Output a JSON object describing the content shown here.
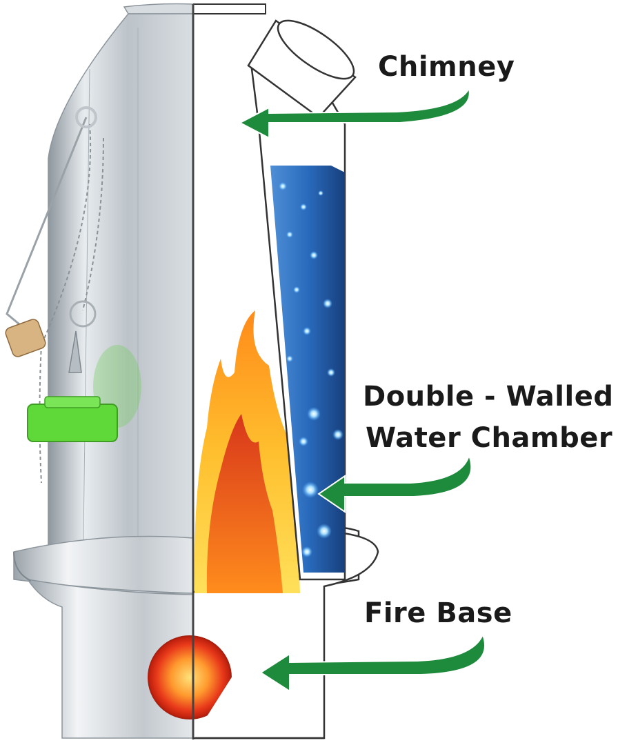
{
  "labels": {
    "chimney": "Chimney",
    "water_chamber_line1": "Double - Walled",
    "water_chamber_line2": "Water Chamber",
    "fire_base": "Fire Base"
  },
  "colors": {
    "arrow": "#1e8a3c",
    "water": "#1f5fae",
    "flame_outer": "#ffd34a",
    "flame_inner": "#e8501e",
    "steel": "#c9cfd4",
    "handle_grip": "#5fd83a",
    "fire_ball": "#e63a17"
  },
  "icons": {
    "kettle": "kettle-cutaway-illustration",
    "flame": "flame-icon",
    "fire_ball": "glowing-ember-icon",
    "arrow": "green-curved-arrow-icon"
  }
}
